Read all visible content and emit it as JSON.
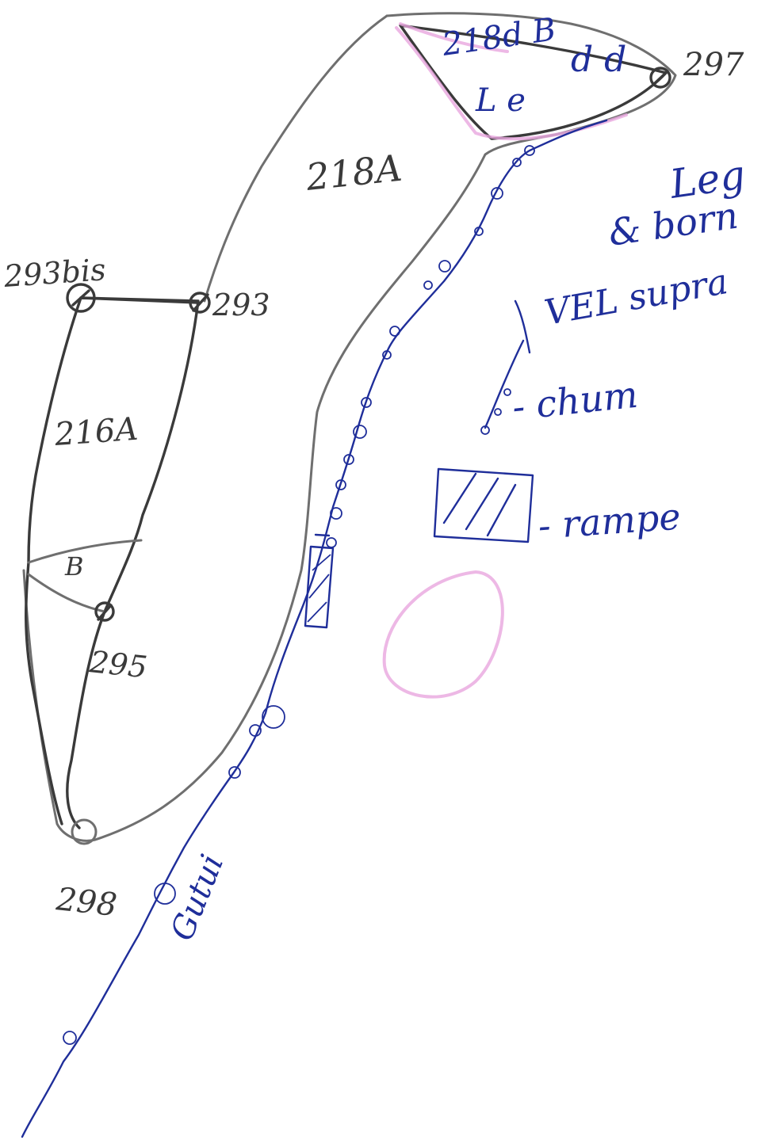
{
  "areas": {
    "area_218a": "218A",
    "area_216a": "216A",
    "area_b_lower": "B",
    "area_top": "218d B"
  },
  "nodes": {
    "node_293bis": "293bis",
    "node_293": "293",
    "node_295": "295",
    "node_297": "297",
    "node_298": "298"
  },
  "annotations": {
    "top_marks": "d d",
    "top_small": "L e",
    "trail_label": "Gutui"
  },
  "legend": {
    "line1": "Leg",
    "line2": "& born",
    "line3": "VEL supra",
    "line4": "- chum",
    "line5": "- rampe"
  },
  "colors": {
    "pencil": "#6f6f6f",
    "ink": "#1f2e9a",
    "highlight": "#e8a6de"
  }
}
